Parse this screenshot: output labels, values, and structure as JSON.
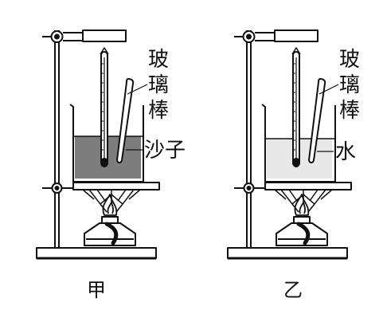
{
  "labels": {
    "left_rod": [
      "玻",
      "璃",
      "棒"
    ],
    "left_medium": "沙子",
    "right_rod": [
      "玻",
      "璃",
      "棒"
    ],
    "right_medium": "水",
    "left_caption": "甲",
    "right_caption": "乙"
  },
  "colors": {
    "line": "#111111",
    "sand": "#7d7d7d",
    "water": "#e8e8e8",
    "background": "#ffffff"
  }
}
